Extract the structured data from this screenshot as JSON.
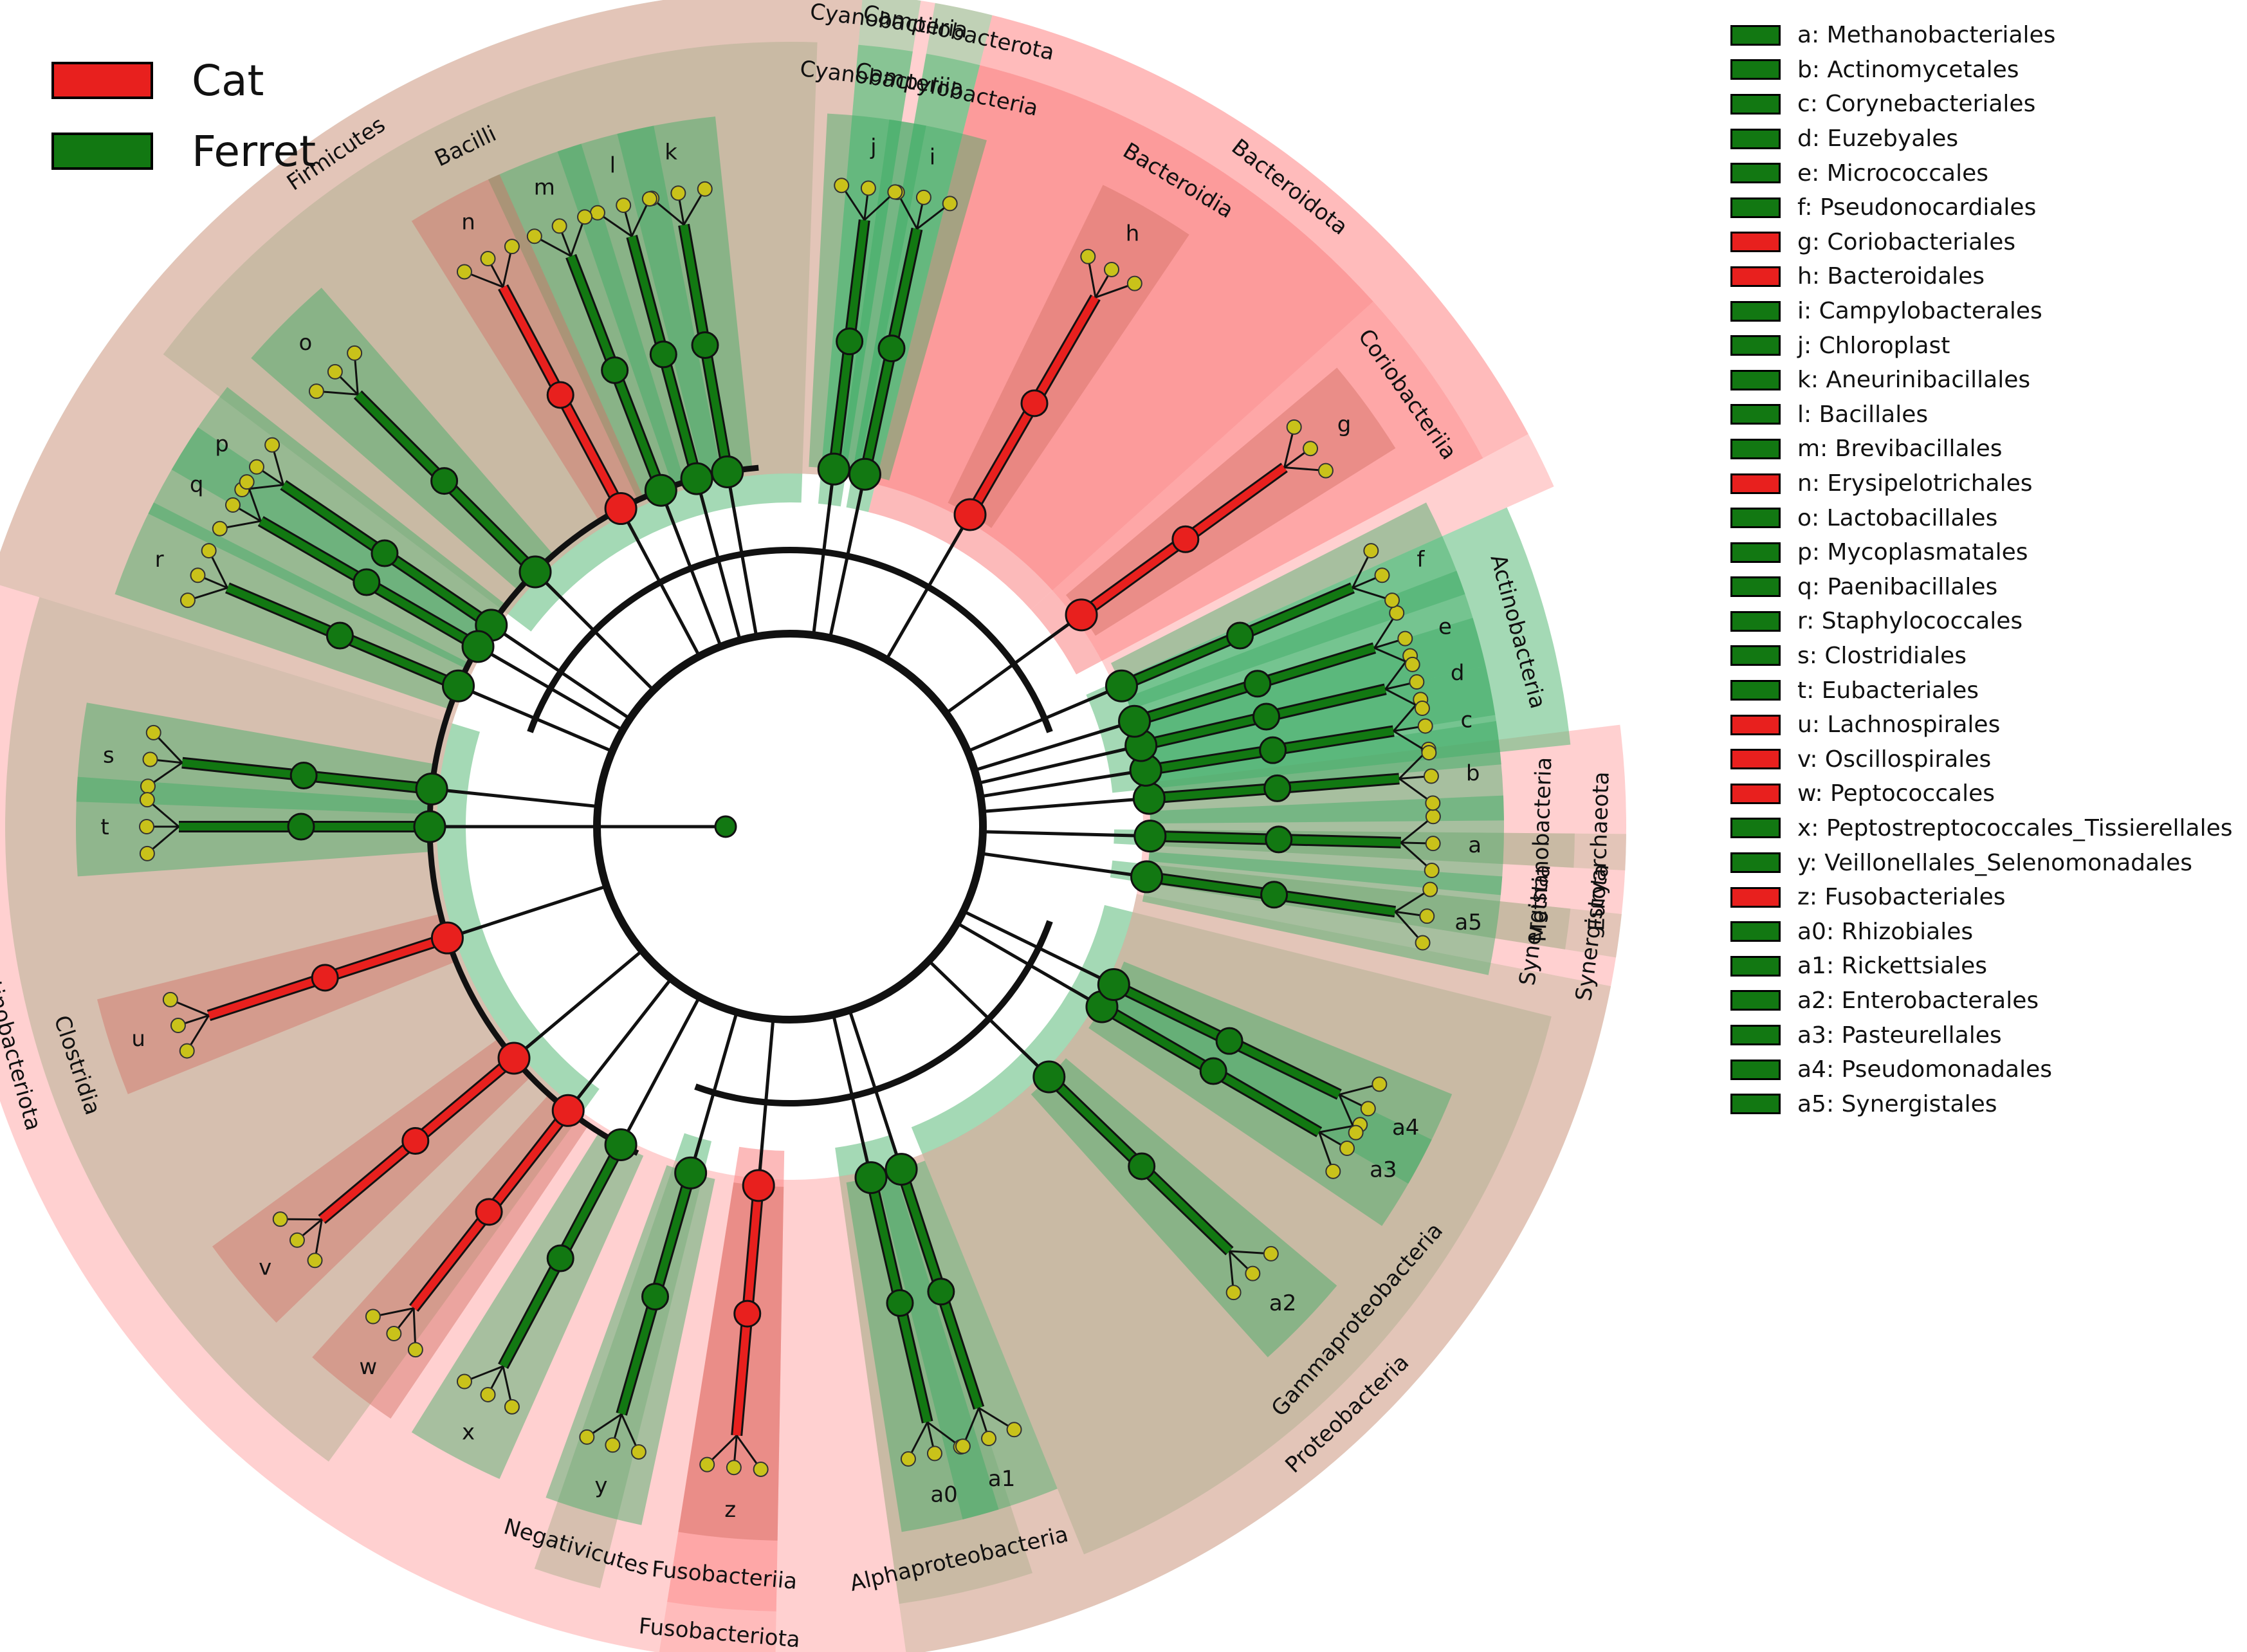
{
  "colors": {
    "cat": "#e8201e",
    "ferret": "#127812",
    "node_ns": "#c9c21a"
  },
  "groups": [
    {
      "key": "cat",
      "label": "Cat",
      "color": "#e8201e"
    },
    {
      "key": "ferret",
      "label": "Ferret",
      "color": "#127812"
    }
  ],
  "clades": [
    {
      "label": "Firmicutes",
      "level": "phylum",
      "group": "ferret",
      "a0": 197,
      "a1": 275
    },
    {
      "label": "Bacilli",
      "level": "class",
      "group": "ferret",
      "a0": 217,
      "a1": 272
    },
    {
      "label": "Clostridia",
      "level": "class",
      "group": "ferret",
      "a0": 126,
      "a1": 197
    },
    {
      "label": "Negativicutes",
      "level": "class",
      "group": "ferret",
      "a0": 104,
      "a1": 109
    },
    {
      "label": "Fusobacteriota",
      "level": "phylum",
      "group": "cat",
      "a0": 91,
      "a1": 99
    },
    {
      "label": "Fusobacteriia",
      "level": "class",
      "group": "cat",
      "a0": 91,
      "a1": 99
    },
    {
      "label": "Proteobacteria",
      "level": "phylum",
      "group": "ferret",
      "a0": 11,
      "a1": 82
    },
    {
      "label": "Alphaproteobacteria",
      "level": "class",
      "group": "ferret",
      "a0": 72,
      "a1": 82
    },
    {
      "label": "Gammaproteobacteria",
      "level": "class",
      "group": "ferret",
      "a0": 14,
      "a1": 68
    },
    {
      "label": "Synergistota",
      "level": "phylum",
      "group": "ferret",
      "a0": 6,
      "a1": 9
    },
    {
      "label": "Synergistia",
      "level": "class",
      "group": "ferret",
      "a0": 6,
      "a1": 9
    },
    {
      "label": "Euryarchaeota",
      "level": "phylum",
      "group": "ferret",
      "a0": 0.5,
      "a1": 3
    },
    {
      "label": "Methanobacteria",
      "level": "class",
      "group": "ferret",
      "a0": 0.5,
      "a1": 3
    },
    {
      "label": "Actinobacteriota",
      "level": "phylum",
      "group": "cat",
      "a0": 353,
      "a1": 336
    },
    {
      "label": "Actinobacteria",
      "level": "class",
      "group": "ferret",
      "a0": 336,
      "a1": 354
    },
    {
      "label": "Coriobacteriia",
      "level": "class",
      "group": "cat",
      "a0": 318,
      "a1": 332
    },
    {
      "label": "Bacteroidota",
      "level": "phylum",
      "group": "cat",
      "a0": 284,
      "a1": 332
    },
    {
      "label": "Bacteroidia",
      "level": "class",
      "group": "cat",
      "a0": 284,
      "a1": 318
    },
    {
      "label": "Campilobacterota",
      "level": "phylum",
      "group": "ferret",
      "a0": 280,
      "a1": 284
    },
    {
      "label": "Campylobacteria",
      "level": "class",
      "group": "ferret",
      "a0": 280,
      "a1": 284
    },
    {
      "label": "Cyanobacteria",
      "level": "phylum",
      "group": "ferret",
      "a0": 275,
      "a1": 279
    },
    {
      "label": "Cyanobacteriia",
      "level": "class",
      "group": "ferret",
      "a0": 275,
      "a1": 279
    }
  ],
  "orders": [
    {
      "tag": "a",
      "name": "Methanobacteriales",
      "group": "ferret",
      "angle": 1.5
    },
    {
      "tag": "b",
      "name": "Actinomycetales",
      "group": "ferret",
      "angle": 355.5
    },
    {
      "tag": "c",
      "name": "Corynebacteriales",
      "group": "ferret",
      "angle": 351
    },
    {
      "tag": "d",
      "name": "Euzebyales",
      "group": "ferret",
      "angle": 347
    },
    {
      "tag": "e",
      "name": "Micrococcales",
      "group": "ferret",
      "angle": 343
    },
    {
      "tag": "f",
      "name": "Pseudonocardiales",
      "group": "ferret",
      "angle": 337
    },
    {
      "tag": "g",
      "name": "Coriobacteriales",
      "group": "cat",
      "angle": 324
    },
    {
      "tag": "h",
      "name": "Bacteroidales",
      "group": "cat",
      "angle": 300
    },
    {
      "tag": "i",
      "name": "Campylobacterales",
      "group": "ferret",
      "angle": 282
    },
    {
      "tag": "j",
      "name": "Chloroplast",
      "group": "ferret",
      "angle": 277
    },
    {
      "tag": "k",
      "name": "Aneurinibacillales",
      "group": "ferret",
      "angle": 260
    },
    {
      "tag": "l",
      "name": "Bacillales",
      "group": "ferret",
      "angle": 255
    },
    {
      "tag": "m",
      "name": "Brevibacillales",
      "group": "ferret",
      "angle": 249
    },
    {
      "tag": "n",
      "name": "Erysipelotrichales",
      "group": "cat",
      "angle": 242
    },
    {
      "tag": "o",
      "name": "Lactobacillales",
      "group": "ferret",
      "angle": 225
    },
    {
      "tag": "p",
      "name": "Mycoplasmatales",
      "group": "ferret",
      "angle": 214
    },
    {
      "tag": "q",
      "name": "Paenibacillales",
      "group": "ferret",
      "angle": 210
    },
    {
      "tag": "r",
      "name": "Staphylococcales",
      "group": "ferret",
      "angle": 203
    },
    {
      "tag": "s",
      "name": "Clostridiales",
      "group": "ferret",
      "angle": 186
    },
    {
      "tag": "t",
      "name": "Eubacteriales",
      "group": "ferret",
      "angle": 180
    },
    {
      "tag": "u",
      "name": "Lachnospirales",
      "group": "cat",
      "angle": 162
    },
    {
      "tag": "v",
      "name": "Oscillospirales",
      "group": "cat",
      "angle": 140
    },
    {
      "tag": "w",
      "name": "Peptococcales",
      "group": "cat",
      "angle": 128
    },
    {
      "tag": "x",
      "name": "Peptostreptococcales_Tissierellales",
      "group": "ferret",
      "angle": 118
    },
    {
      "tag": "y",
      "name": "Veillonellales_Selenomonadales",
      "group": "ferret",
      "angle": 106
    },
    {
      "tag": "z",
      "name": "Fusobacteriales",
      "group": "cat",
      "angle": 95
    },
    {
      "tag": "a0",
      "name": "Rhizobiales",
      "group": "ferret",
      "angle": 77
    },
    {
      "tag": "a1",
      "name": "Rickettsiales",
      "group": "ferret",
      "angle": 72
    },
    {
      "tag": "a2",
      "name": "Enterobacterales",
      "group": "ferret",
      "angle": 44
    },
    {
      "tag": "a3",
      "name": "Pasteurellales",
      "group": "ferret",
      "angle": 30
    },
    {
      "tag": "a4",
      "name": "Pseudomonadales",
      "group": "ferret",
      "angle": 26
    },
    {
      "tag": "a5",
      "name": "Synergistales",
      "group": "ferret",
      "angle": 8
    }
  ]
}
